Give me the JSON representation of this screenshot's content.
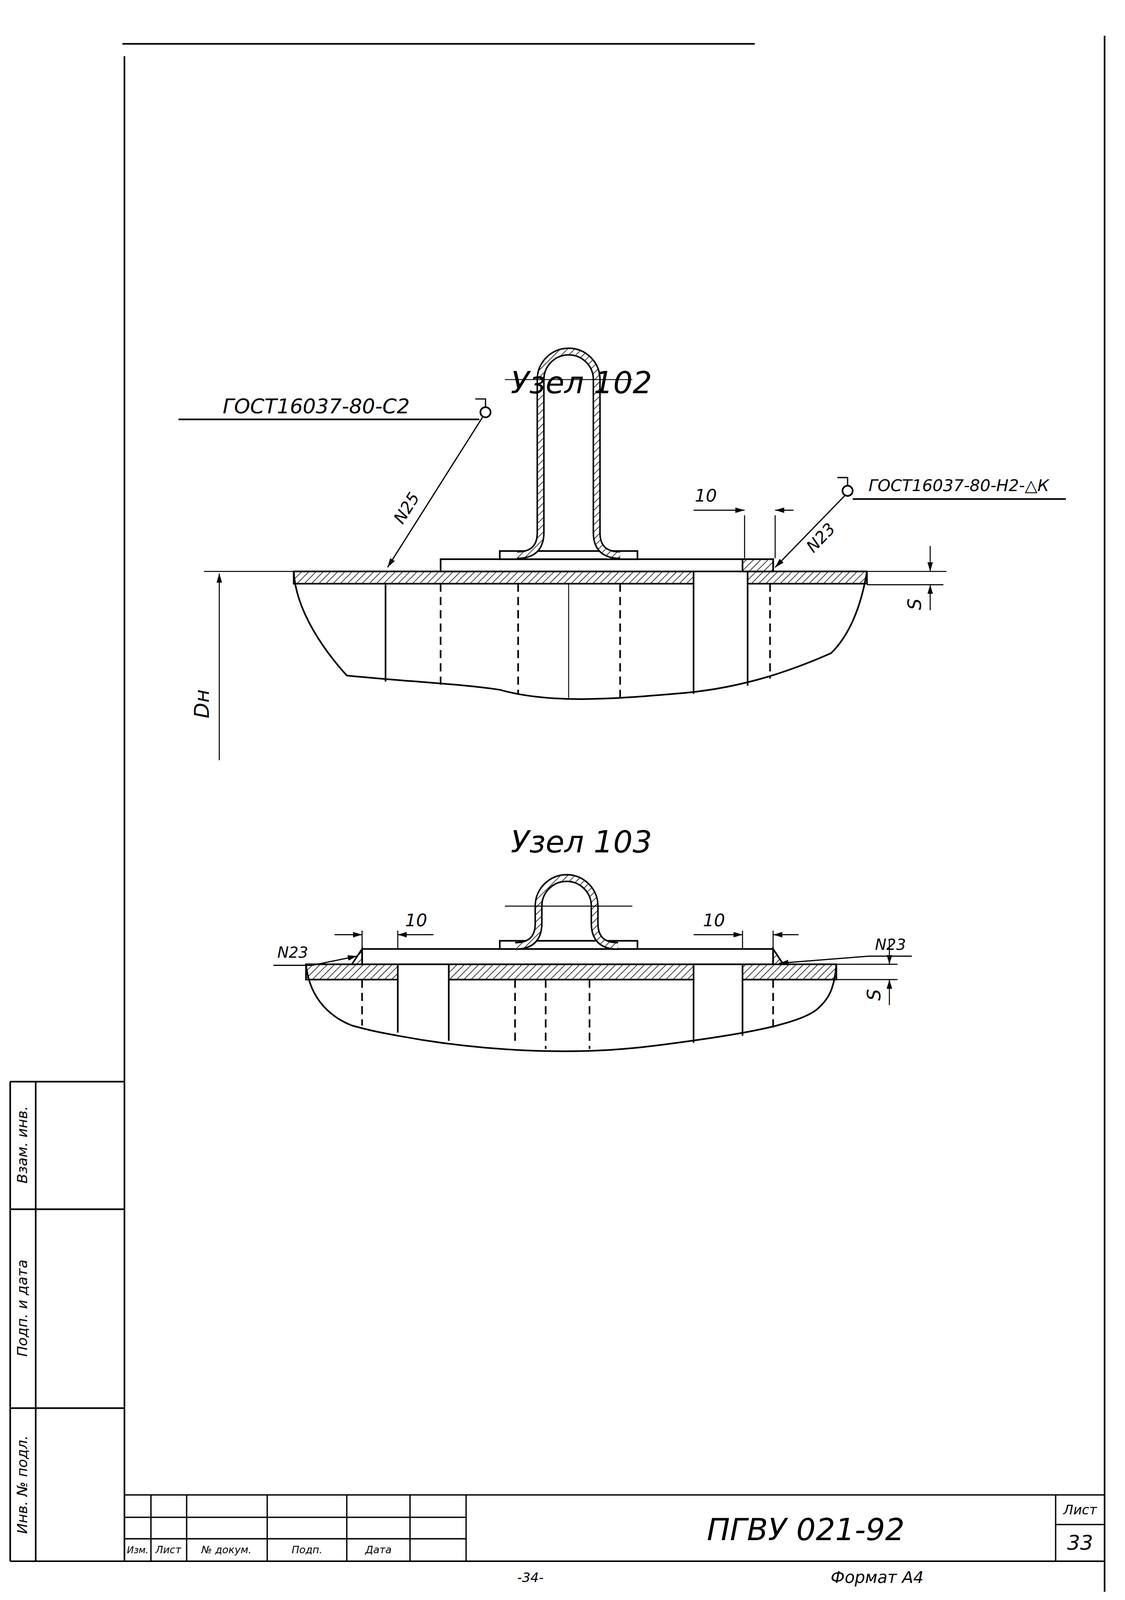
{
  "diagram": {
    "labels": [
      "Узел 102",
      "ГОСТ16037-80-С2",
      "N25",
      "10",
      "N23",
      "ГОСТ16037-80-Н2-△К",
      "S",
      "Dн",
      "Узел 103",
      "10",
      "10",
      "N23",
      "N23",
      "S",
      "Взам. инв.",
      "Подп. и дата",
      "Инв. № подл.",
      "Изм.",
      "Лист",
      "№ докум.",
      "Подп.",
      "Дата",
      "ПГВУ 021-92",
      "Лист",
      "33",
      "-34-",
      "Формат А4"
    ]
  }
}
